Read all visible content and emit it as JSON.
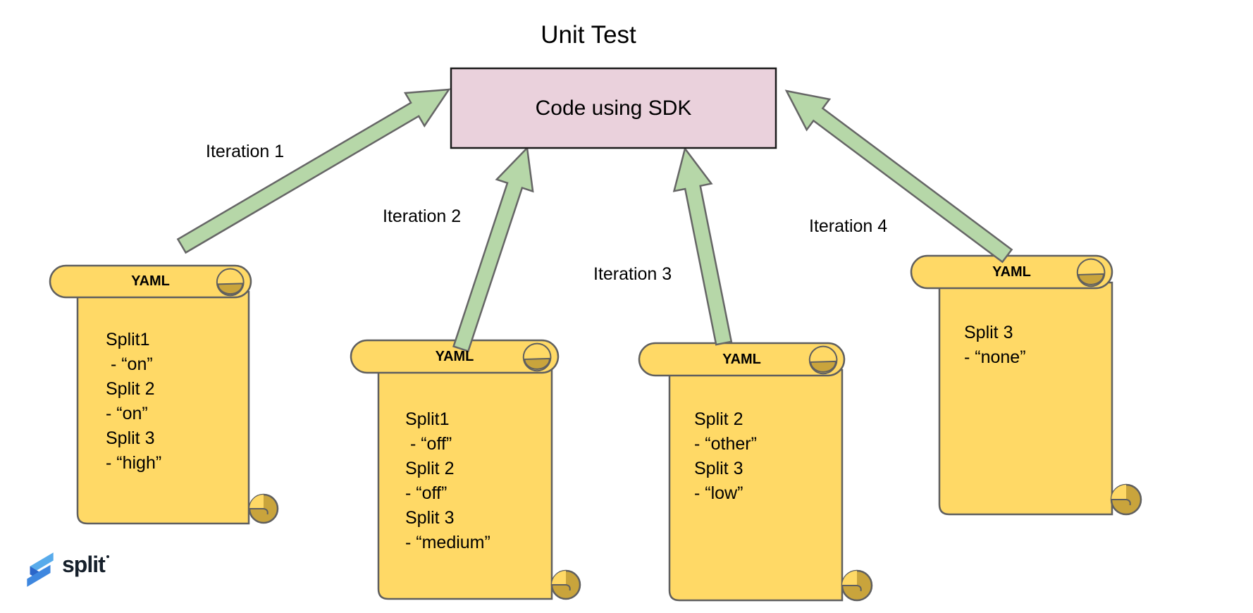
{
  "title": "Unit Test",
  "box": {
    "label": "Code using SDK"
  },
  "arrows": [
    {
      "label": "Iteration 1"
    },
    {
      "label": "Iteration 2"
    },
    {
      "label": "Iteration 3"
    },
    {
      "label": "Iteration 4"
    }
  ],
  "scrolls": [
    {
      "header": "YAML",
      "lines": [
        "Split1",
        " - “on”",
        "Split 2",
        "- “on”",
        "Split 3",
        "- “high”"
      ]
    },
    {
      "header": "YAML",
      "lines": [
        "Split1",
        " - “off”",
        "Split 2",
        "- “off”",
        "Split 3",
        "- “medium”"
      ]
    },
    {
      "header": "YAML",
      "lines": [
        "Split 2",
        "- “other”",
        "Split 3",
        "- “low”"
      ]
    },
    {
      "header": "YAML",
      "lines": [
        "Split 3",
        "- “none”"
      ]
    }
  ],
  "logo": {
    "text": "split"
  },
  "colors": {
    "scroll_fill": "#FFD966",
    "scroll_curl": "#C9A43C",
    "scroll_outline": "#5F5F5F",
    "arrow_fill": "#B6D7A8",
    "arrow_outline": "#666666",
    "box_fill": "#EAD1DC",
    "box_outline": "#1A1A1A",
    "logo_blue_light": "#58ABEB",
    "logo_blue_mid": "#3E87DF",
    "logo_blue_dark": "#2B66C9",
    "logo_blue_pale": "#9ED1F7"
  }
}
